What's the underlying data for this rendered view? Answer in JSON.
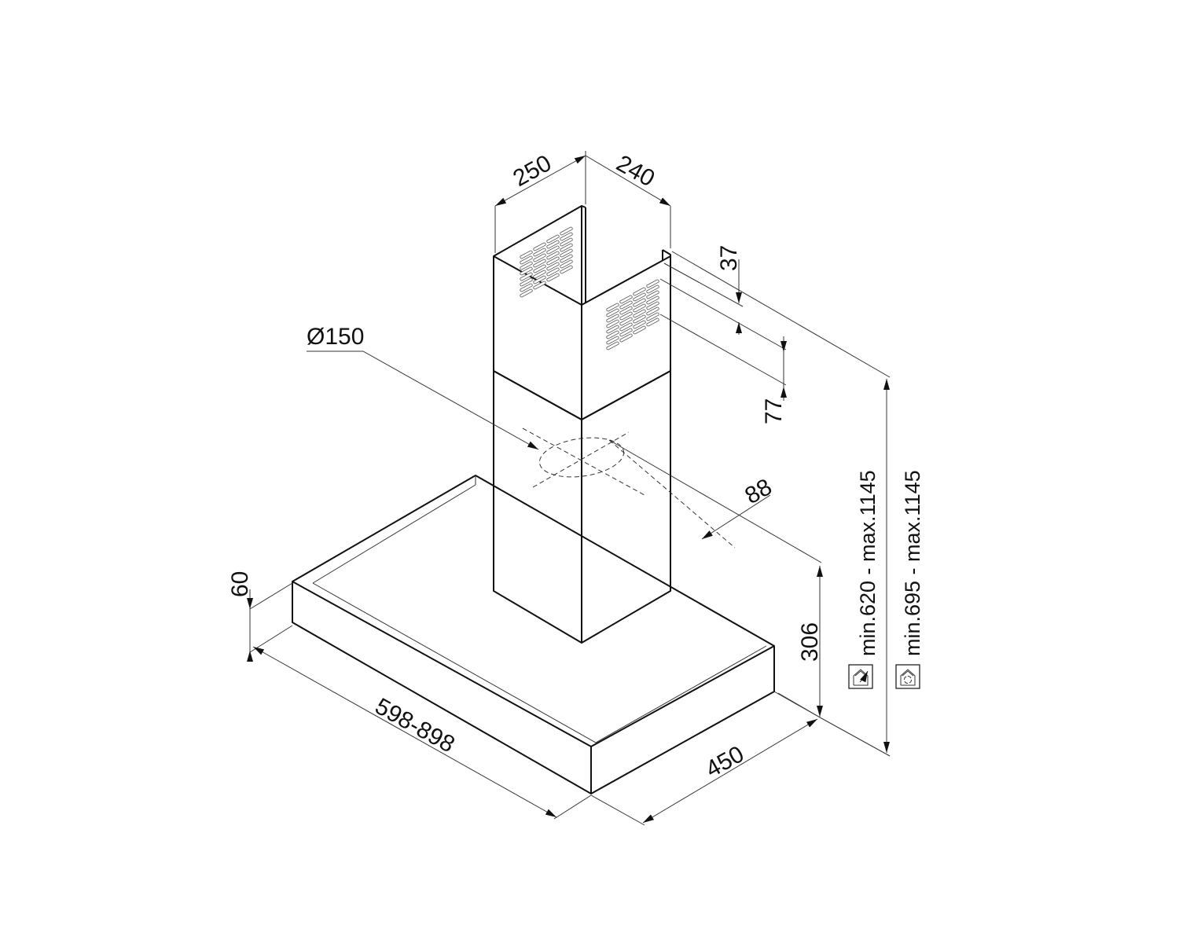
{
  "drawing": {
    "dimensions": {
      "chimney_width": "250",
      "chimney_depth": "240",
      "vent_offset_top": "37",
      "vent_height": "77",
      "outlet_diameter": "Ø150",
      "outlet_offset": "88",
      "body_height": "306",
      "hood_thickness": "60",
      "hood_width": "598-898",
      "hood_depth": "450",
      "height_ducted": "min.620 - max.1145",
      "height_recirculating": "min.695 - max.1145"
    },
    "icons": {
      "ducted": "house-exhaust-icon",
      "recirculating": "house-recirculation-icon"
    }
  }
}
